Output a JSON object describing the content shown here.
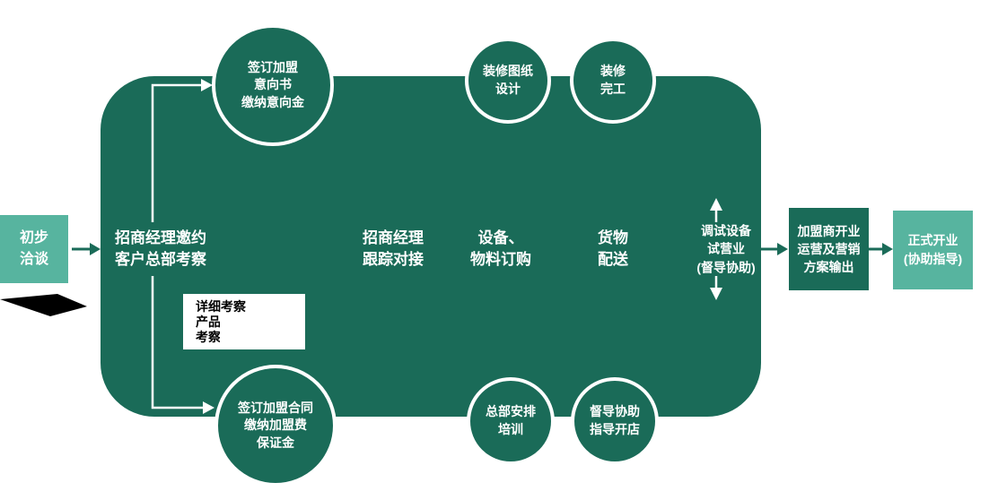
{
  "colors": {
    "dark_teal": "#1a6b58",
    "light_teal": "#57b49f",
    "text_white": "#ffffff",
    "artifact_black": "#000000"
  },
  "start_box": {
    "lines": [
      "初步",
      "洽谈"
    ]
  },
  "main_flow": {
    "steps": [
      {
        "lines": [
          "招商经理邀约",
          "客户总部考察"
        ]
      },
      {
        "lines": [
          "招商经理",
          "跟踪对接"
        ]
      },
      {
        "lines": [
          "设备、",
          "物料订购"
        ]
      },
      {
        "lines": [
          "货物",
          "配送"
        ]
      },
      {
        "lines": [
          "调试设备",
          "试营业",
          "(督导协助)"
        ]
      }
    ]
  },
  "top_circles": [
    {
      "lines": [
        "签订加盟",
        "意向书",
        "缴纳意向金"
      ]
    },
    {
      "lines": [
        "装修图纸",
        "设计"
      ]
    },
    {
      "lines": [
        "装修",
        "完工"
      ]
    }
  ],
  "bottom_circles": [
    {
      "lines": [
        "签订加盟合同",
        "缴纳加盟费",
        "保证金"
      ]
    },
    {
      "lines": [
        "总部安排",
        "培训"
      ]
    },
    {
      "lines": [
        "督导协助",
        "指导开店"
      ]
    }
  ],
  "end_boxes": {
    "franchise": {
      "lines": [
        "加盟商开业",
        "运营及营销",
        "方案输出"
      ]
    },
    "opening": {
      "lines": [
        "正式开业",
        "(协助指导)"
      ]
    }
  },
  "artifact_text": {
    "lines": [
      "详细考察",
      "产品",
      "考察"
    ]
  }
}
